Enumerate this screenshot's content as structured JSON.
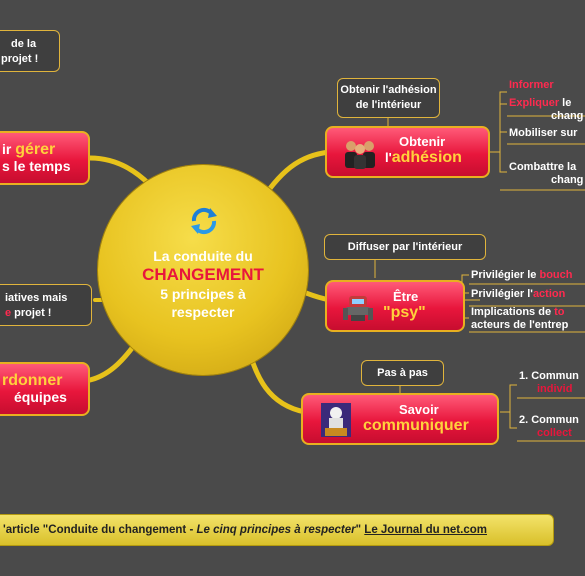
{
  "center": {
    "line1": "La conduite du",
    "line2": "CHANGEMENT",
    "line3": "5 principes à",
    "line4": "respecter",
    "icon": "refresh-icon"
  },
  "left": {
    "top_callout": [
      "de la",
      "projet !"
    ],
    "gerer": {
      "pre": "ir ",
      "hl": "gérer",
      "line2": "s le temps"
    },
    "initiatives": [
      "iatives mais",
      " projet !"
    ],
    "coordonner": {
      "hl": "rdonner",
      "line2": "équipes"
    }
  },
  "right": {
    "adhesion": {
      "callout": [
        "Obtenir l'adhésion",
        "de l'intérieur"
      ],
      "title1": "Obtenir",
      "title2_pre": "l'",
      "title2_hl": "adhésion",
      "icon": "people-icon",
      "leaves": {
        "informer": "Informer",
        "expliquer": "Expliquer",
        "expliquer_rest": " le",
        "expliquer_line2": "chang",
        "mobiliser": "Mobiliser sur",
        "combattre1": "Combattre la",
        "combattre2": "chang"
      }
    },
    "psy": {
      "callout": "Diffuser par l'intérieur",
      "title1": "Être",
      "title2": "\"psy\"",
      "icon": "robot-icon",
      "leaves": {
        "priv1": "Privilégier le ",
        "priv1_hl": "bouch",
        "priv2": "Privilégier l'",
        "priv2_hl": "action",
        "impl1": "Implications de ",
        "impl1_hl": "to",
        "impl2": "acteurs de l'entrep"
      }
    },
    "communiquer": {
      "callout": "Pas à pas",
      "title1": "Savoir",
      "title2": "communiquer",
      "icon": "speaker-icon",
      "leaves": {
        "c1": "1. Commun",
        "c1_hl": "individ",
        "c2": "2. Commun",
        "c2_hl": "collect"
      }
    }
  },
  "footer": {
    "pre": "'article \"Conduite du changement - ",
    "italic": "Le cinq principes à respecter",
    "mid": "\" ",
    "link": "Le Journal du net.com"
  },
  "colors": {
    "background": "#4a4a4a",
    "connector": "#e7c21a",
    "accent_red": "#e8163c",
    "accent_gold": "#ffd23c"
  }
}
